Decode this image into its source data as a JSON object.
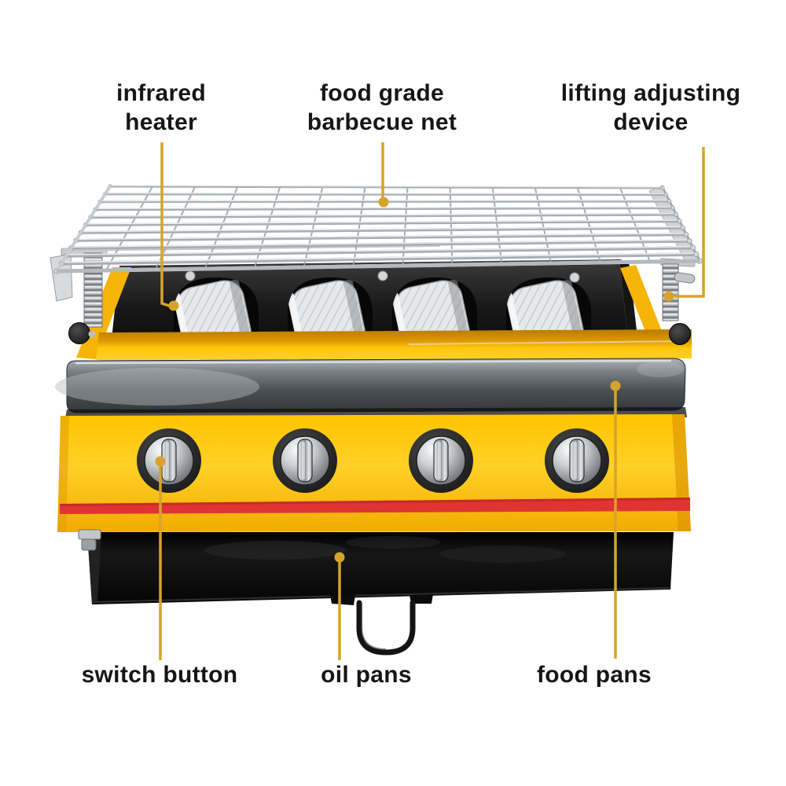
{
  "labels": {
    "infrared_heater": {
      "line1": "infrared",
      "line2": "heater"
    },
    "barbecue_net": {
      "line1": "food grade",
      "line2": "barbecue net"
    },
    "lifting_device": {
      "line1": "lifting adjusting",
      "line2": "device"
    },
    "switch_button": {
      "line1": "switch button"
    },
    "oil_pans": {
      "line1": "oil pans"
    },
    "food_pans": {
      "line1": "food pans"
    }
  },
  "colors": {
    "background": "#ffffff",
    "label_text": "#161616",
    "leader_line": "#d7a32c",
    "body_yellow": "#ffc60e",
    "stripe_red": "#e03432",
    "tray_silver": "#6e7478",
    "oil_pan_black": "#121212",
    "net_chrome": "#b4b8bc"
  }
}
